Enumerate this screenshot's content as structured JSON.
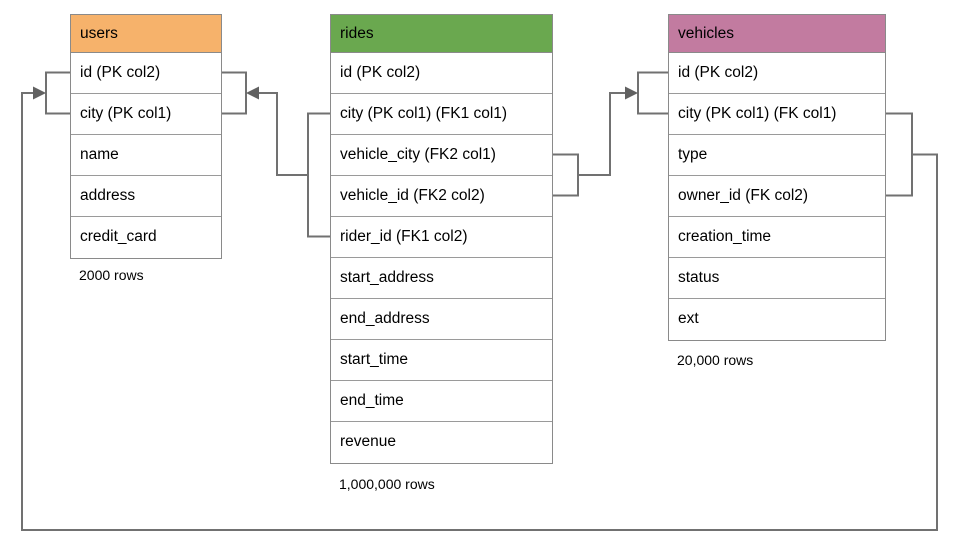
{
  "tables": [
    {
      "name": "users",
      "header_color": "#F6B26B",
      "row_count_label": "2000 rows",
      "fields": [
        "id (PK col2)",
        "city (PK col1)",
        "name",
        "address",
        "credit_card"
      ]
    },
    {
      "name": "rides",
      "header_color": "#6AA84F",
      "row_count_label": "1,000,000 rows",
      "fields": [
        "id (PK col2)",
        "city (PK col1) (FK1 col1)",
        "vehicle_city (FK2 col1)",
        "vehicle_id (FK2 col2)",
        "rider_id (FK1 col2)",
        "start_address",
        "end_address",
        "start_time",
        "end_time",
        "revenue"
      ]
    },
    {
      "name": "vehicles",
      "header_color": "#C27BA0",
      "row_count_label": "20,000 rows",
      "fields": [
        "id (PK col2)",
        "city (PK col1) (FK col1)",
        "type",
        "owner_id (FK col2)",
        "creation_time",
        "status",
        "ext"
      ]
    }
  ],
  "relationships": [
    {
      "name": "FK1",
      "from": "rides (city, rider_id)",
      "to": "users (id, city)"
    },
    {
      "name": "FK2",
      "from": "rides (vehicle_city, vehicle_id)",
      "to": "vehicles (id, city)"
    },
    {
      "name": "FK",
      "from": "vehicles (city, owner_id)",
      "to": "users (id, city)"
    }
  ],
  "colors": {
    "users_header": "#F6B26B",
    "rides_header": "#6AA84F",
    "vehicles_header": "#C27BA0",
    "table_border": "#8a8a8a",
    "connector": "#717171",
    "background": "#ffffff"
  }
}
